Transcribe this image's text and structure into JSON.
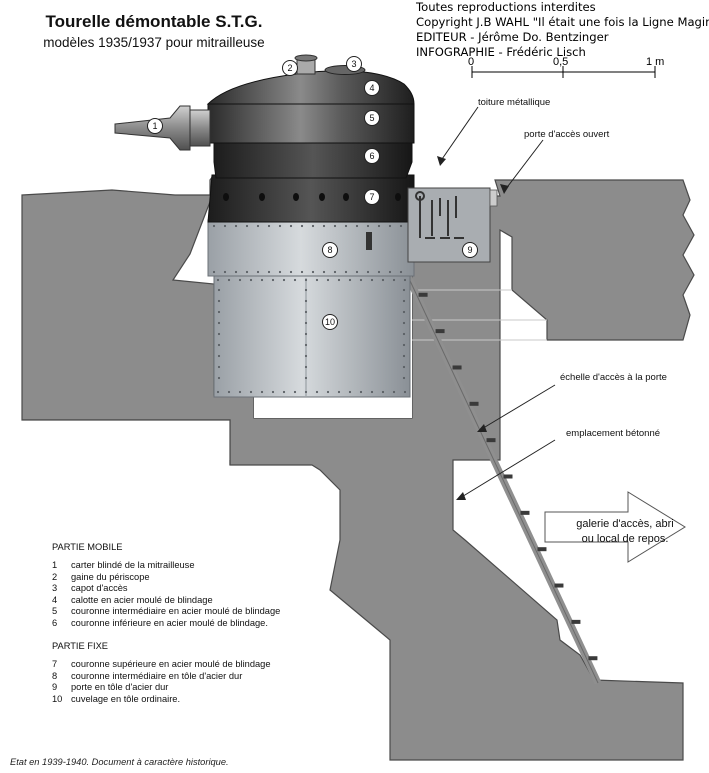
{
  "title": "Tourelle démontable S.T.G.",
  "subtitle": "modèles 1935/1937 pour mitrailleuse",
  "credits": [
    "Toutes reproductions interdites",
    "Copyright J.B WAHL \"Il était une fois la Ligne Maginot\"",
    "EDITEUR - Jérôme Do. Bentzinger",
    "INFOGRAPHIE - Frédéric Lisch"
  ],
  "scale": {
    "ticks": [
      "0",
      "0,5",
      "1 m"
    ]
  },
  "callouts": {
    "roof": "toiture métallique",
    "door": "porte d'accès ouvert",
    "ladder": "échelle d'accès à la porte",
    "concrete": "emplacement bétonné"
  },
  "gallery_text": [
    "galerie d'accès, abri",
    "ou local de repos."
  ],
  "markers": [
    "1",
    "2",
    "3",
    "4",
    "5",
    "6",
    "7",
    "8",
    "9",
    "10"
  ],
  "legend": {
    "mobile_title": "PARTIE MOBILE",
    "mobile_items": [
      {
        "num": "1",
        "text": "carter blindé de la mitrailleuse"
      },
      {
        "num": "2",
        "text": "gaine du périscope"
      },
      {
        "num": "3",
        "text": "capot d'accès"
      },
      {
        "num": "4",
        "text": "calotte en acier moulé de blindage"
      },
      {
        "num": "5",
        "text": "couronne intermédiaire en acier moulé de blindage"
      },
      {
        "num": "6",
        "text": "couronne inférieure en acier moulé de blindage."
      }
    ],
    "fixed_title": "PARTIE FIXE",
    "fixed_items": [
      {
        "num": "7",
        "text": "couronne supérieure en acier moulé de blindage"
      },
      {
        "num": "8",
        "text": "couronne intermédiaire en tôle d'acier dur"
      },
      {
        "num": "9",
        "text": "porte en tôle d'acier dur"
      },
      {
        "num": "10",
        "text": "cuvelage en tôle ordinaire."
      }
    ]
  },
  "footer": "Etat en 1939-1940. Document à caractère historique.",
  "colors": {
    "concrete": "#8c8c8c",
    "concrete_edge": "#555555",
    "steel_dark": "#3a3a3a",
    "steel_light": "#b8bec4",
    "ladder": "#8f8f8f"
  }
}
